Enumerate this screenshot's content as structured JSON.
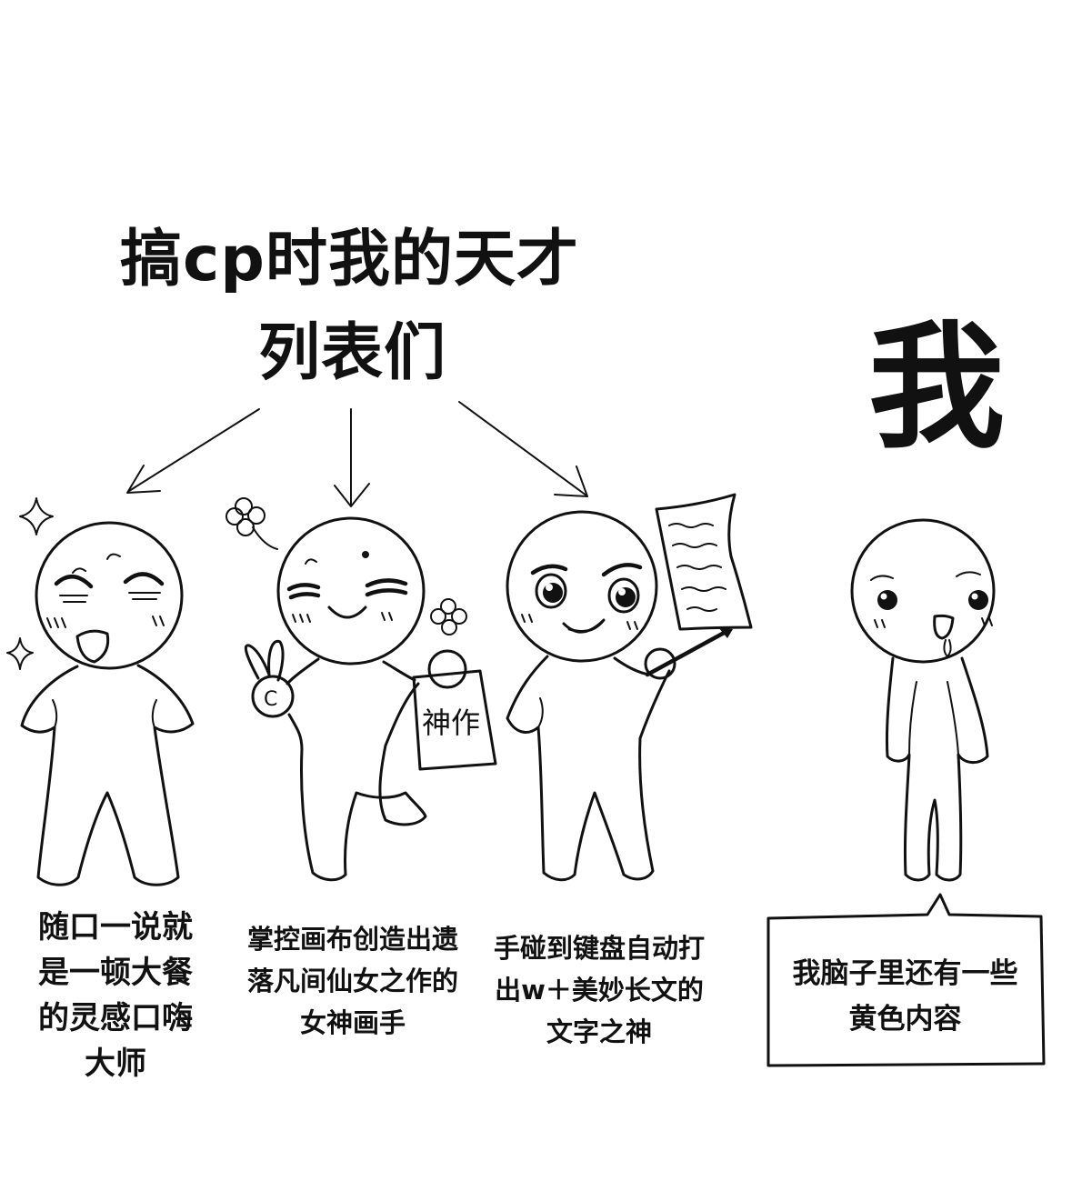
{
  "title": {
    "line1": "搞cp时我的天才",
    "line2": "列表们"
  },
  "me_label": "我",
  "figures": [
    {
      "caption": [
        "随口一说就",
        "是一顿大餐",
        "的灵感口嗨",
        "大师"
      ]
    },
    {
      "caption": [
        "掌控画布创造出遗",
        "落凡间仙女之作的",
        "女神画手"
      ],
      "sign_text": "神作",
      "hand_mark": "C"
    },
    {
      "caption": [
        "手碰到键盘自动打",
        "出w＋美妙长文的",
        "文字之神"
      ]
    },
    {
      "bubble": [
        "我脑子里还有一些",
        "黄色内容"
      ]
    }
  ],
  "colors": {
    "ink": "#111111",
    "background": "#ffffff"
  }
}
